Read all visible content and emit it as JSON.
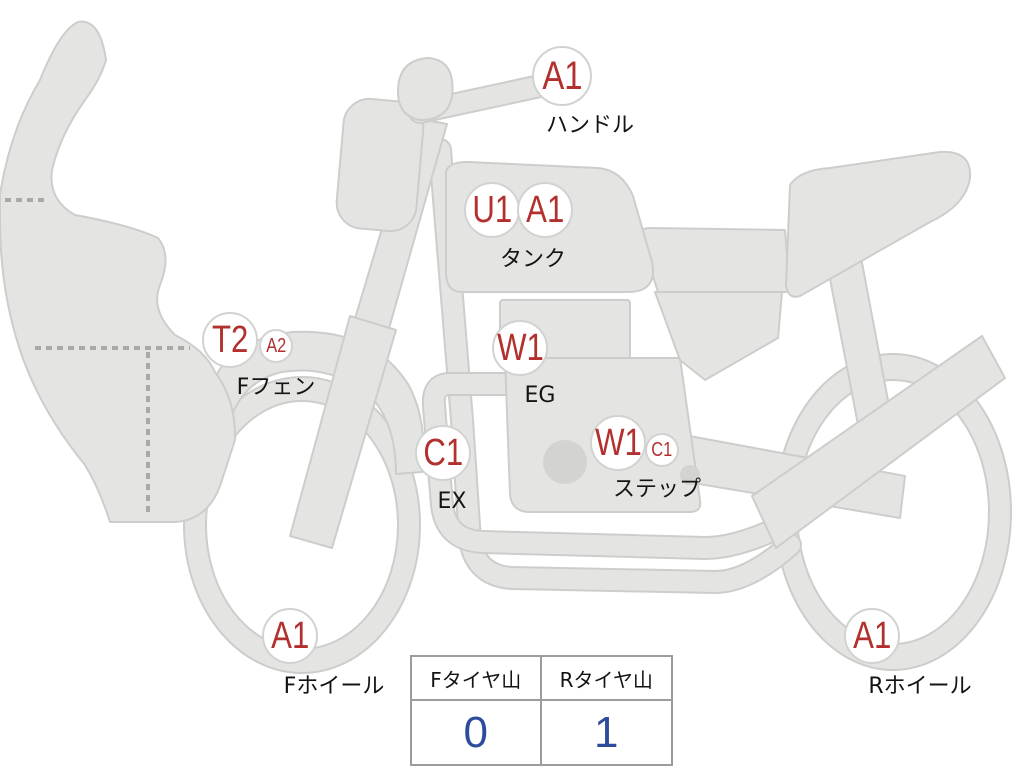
{
  "diagram": {
    "parts": [
      {
        "label": "ハンドル",
        "grades": [
          "A1"
        ]
      },
      {
        "label": "タンク",
        "grades": [
          "U1",
          "A1"
        ]
      },
      {
        "label": "EG",
        "grades": [
          "W1"
        ]
      },
      {
        "label": "Fフェン",
        "grades": [
          "T2",
          "A2"
        ]
      },
      {
        "label": "EX",
        "grades": [
          "C1"
        ]
      },
      {
        "label": "ステップ",
        "grades": [
          "W1",
          "C1"
        ]
      },
      {
        "label": "Fホイール",
        "grades": [
          "A1"
        ]
      },
      {
        "label": "Rホイール",
        "grades": [
          "A1"
        ]
      }
    ]
  },
  "tire_table": {
    "headers": [
      "Fタイヤ山",
      "Rタイヤ山"
    ],
    "values": [
      "0",
      "1"
    ]
  },
  "icons": {
    "vehicle": "motorcycle-illustration"
  },
  "colors": {
    "grade_text": "#b2302e",
    "tread_value": "#2d4c9c",
    "bike_fill": "#e4e4e2",
    "badge_border": "#d2d2d0"
  }
}
